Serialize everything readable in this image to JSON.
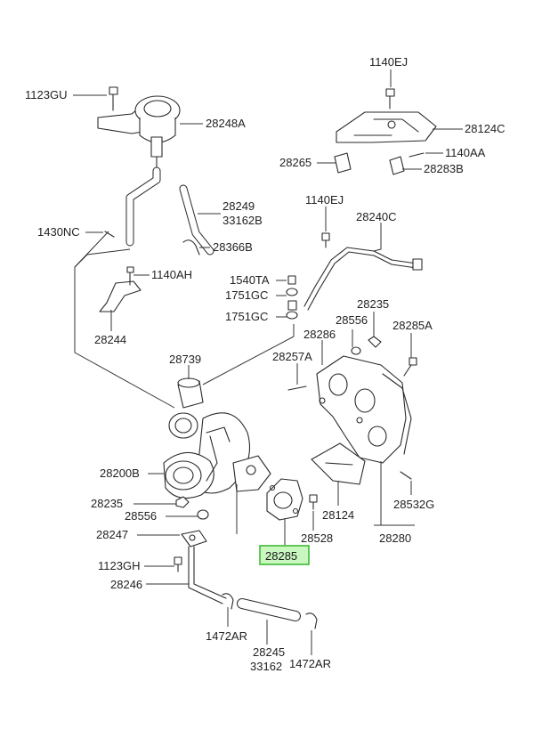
{
  "diagram": {
    "callouts": {
      "c1140ej_top": "1140EJ",
      "c1123gu": "1123GU",
      "c28248a": "28248A",
      "c28124c": "28124C",
      "c28265": "28265",
      "c1140aa": "1140AA",
      "c28283b": "28283B",
      "c28249": "28249",
      "c33162b": "33162B",
      "c1430nc": "1430NC",
      "c28366b": "28366B",
      "c1140ej_mid": "1140EJ",
      "c28240c": "28240C",
      "c1140ah": "1140AH",
      "c1540ta": "1540TA",
      "c1751gc_a": "1751GC",
      "c1751gc_b": "1751GC",
      "c28244": "28244",
      "c28235_top": "28235",
      "c28556_top": "28556",
      "c28285a": "28285A",
      "c28286": "28286",
      "c28739": "28739",
      "c28257a": "28257A",
      "c28200b": "28200B",
      "c28235_bot": "28235",
      "c28556_bot": "28556",
      "c28124": "28124",
      "c28532g": "28532G",
      "c28247": "28247",
      "c28528": "28528",
      "c28280": "28280",
      "c1123gh": "1123GH",
      "c28285": "28285",
      "c28246": "28246",
      "c1472ar_a": "1472AR",
      "c28245": "28245",
      "c33162": "33162",
      "c1472ar_b": "1472AR"
    },
    "highlight_color": "#c9f7c0",
    "highlight_border": "#35b52a"
  }
}
